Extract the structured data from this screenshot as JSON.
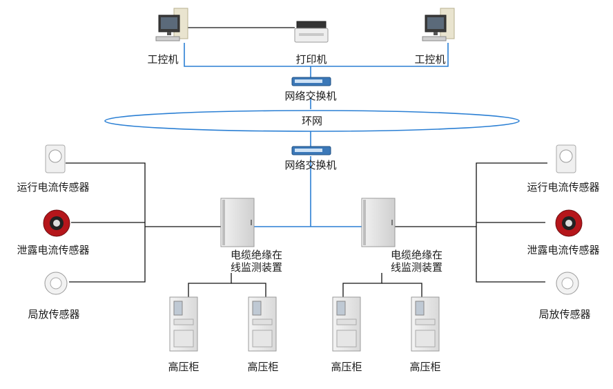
{
  "top": {
    "pc_left": "工控机",
    "printer": "打印机",
    "pc_right": "工控机",
    "switch_top": "网络交换机"
  },
  "ring": {
    "label": "环网"
  },
  "switch_bottom": "网络交换机",
  "left_sensors": {
    "running": "运行电流传感器",
    "leakage": "泄露电流传感器",
    "pd": "局放传感器"
  },
  "right_sensors": {
    "running": "运行电流传感器",
    "leakage": "泄露电流传感器",
    "pd": "局放传感器"
  },
  "monitor_left": {
    "line1": "电缆绝缘在",
    "line2": "线监测装置"
  },
  "monitor_right": {
    "line1": "电缆绝缘在",
    "line2": "线监测装置"
  },
  "cabinets": [
    "高压柜",
    "高压柜",
    "高压柜",
    "高压柜"
  ],
  "colors": {
    "network_line": "#2a7fd4",
    "black_line": "#111111",
    "ring_stroke": "#2a7fd4"
  }
}
